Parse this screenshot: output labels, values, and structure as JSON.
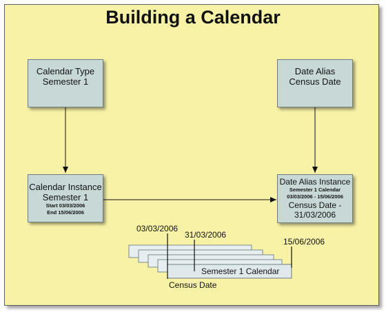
{
  "diagram": {
    "title": "Building a Calendar",
    "calendar_type": {
      "line1": "Calendar Type",
      "line2": "Semester 1"
    },
    "date_alias": {
      "line1": "Date Alias",
      "line2": "Census Date"
    },
    "calendar_instance": {
      "line1": "Calendar Instance",
      "line2": "Semester 1",
      "start": "Start 03/03/2006",
      "end": "End 15/06/2006"
    },
    "date_alias_instance": {
      "line1": "Date Alias Instance",
      "calendar": "Semester 1 Calendar",
      "range": "03/03/2006 - 15/06/2006",
      "line3": "Census Date -",
      "line4": "31/03/2006"
    },
    "timeline": {
      "calendar_label": "Semester 1 Calendar",
      "start_date": "03/03/2006",
      "census_date": "31/03/2006",
      "end_date": "15/06/2006",
      "census_label": "Census Date"
    }
  },
  "colors": {
    "background": "#f7f2a6",
    "box_fill": "#c8d8d6",
    "strip_fill": "#e6eef0"
  }
}
